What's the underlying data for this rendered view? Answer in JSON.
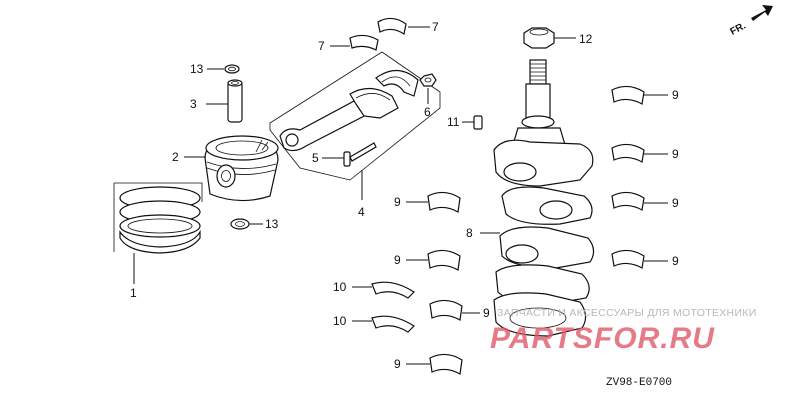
{
  "diagram": {
    "code": "ZV98-E0700",
    "direction_marker": "FR.",
    "callouts": {
      "ring_set": "1",
      "piston": "2",
      "piston_pin": "3",
      "rod_assembly": "4",
      "rod_bolt": "5",
      "rod_nut": "6",
      "rod_bearing_top": "7",
      "rod_bearing_left": "7",
      "crankshaft": "8",
      "bearing_r1": "9",
      "bearing_r2": "9",
      "bearing_r3": "9",
      "bearing_r4": "9",
      "bearing_c1": "9",
      "bearing_c2": "9",
      "bearing_c3": "9",
      "bearing_c4": "9",
      "thrust_washer_1": "10",
      "thrust_washer_2": "10",
      "dowel_pin": "11",
      "crank_nut": "12",
      "circlip_top": "13",
      "circlip_bottom": "13"
    }
  },
  "watermark": {
    "tagline": "ЗАПЧАСТИ И АКСЕССУАРЫ ДЛЯ МОТОТЕХНИКИ",
    "brand": "PARTSFOR.RU",
    "brand_color": "#e25a6a"
  }
}
